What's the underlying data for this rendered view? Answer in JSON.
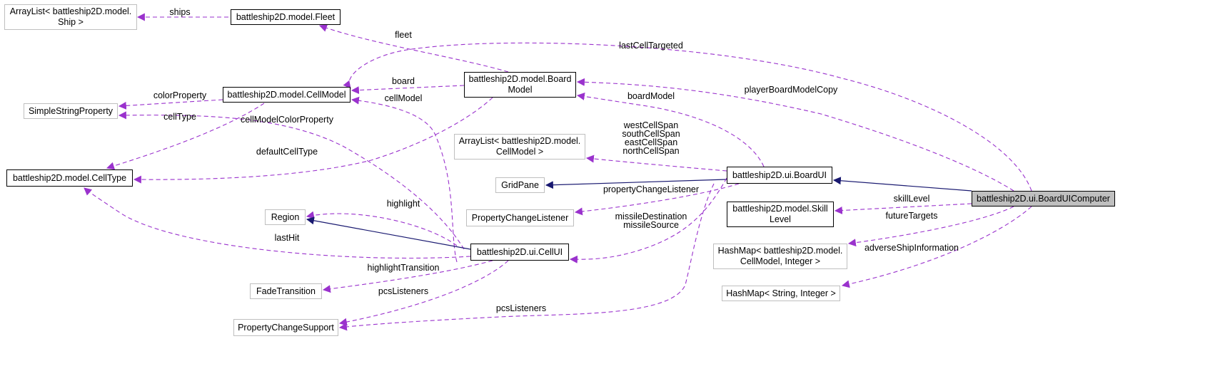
{
  "nodes": [
    {
      "id": "arraylist_ship",
      "label": "ArrayList< battleship2D.model.\nShip >",
      "kind": "external"
    },
    {
      "id": "fleet",
      "label": "battleship2D.model.Fleet",
      "kind": "documented"
    },
    {
      "id": "simplestringproperty",
      "label": "SimpleStringProperty",
      "kind": "external"
    },
    {
      "id": "cellmodel",
      "label": "battleship2D.model.CellModel",
      "kind": "documented"
    },
    {
      "id": "boardmodel",
      "label": "battleship2D.model.Board\nModel",
      "kind": "documented"
    },
    {
      "id": "celltype",
      "label": "battleship2D.model.CellType",
      "kind": "documented"
    },
    {
      "id": "arraylist_cellmodel",
      "label": "ArrayList< battleship2D.model.\nCellModel >",
      "kind": "external"
    },
    {
      "id": "gridpane",
      "label": "GridPane",
      "kind": "external"
    },
    {
      "id": "boardui",
      "label": "battleship2D.ui.BoardUI",
      "kind": "documented"
    },
    {
      "id": "boarduicomputer",
      "label": "battleship2D.ui.BoardUIComputer",
      "kind": "focus"
    },
    {
      "id": "propertychangelistener",
      "label": "PropertyChangeListener",
      "kind": "external"
    },
    {
      "id": "skilllevel",
      "label": "battleship2D.model.Skill\nLevel",
      "kind": "documented"
    },
    {
      "id": "region",
      "label": "Region",
      "kind": "external"
    },
    {
      "id": "cellui",
      "label": "battleship2D.ui.CellUI",
      "kind": "documented"
    },
    {
      "id": "hashmap_cellmodel",
      "label": "HashMap< battleship2D.model.\nCellModel, Integer >",
      "kind": "external"
    },
    {
      "id": "fadetransition",
      "label": "FadeTransition",
      "kind": "external"
    },
    {
      "id": "hashmap_string",
      "label": "HashMap< String, Integer >",
      "kind": "external"
    },
    {
      "id": "propertychangesupport",
      "label": "PropertyChangeSupport",
      "kind": "external"
    }
  ],
  "edge_labels": [
    {
      "id": "ships",
      "text": "ships"
    },
    {
      "id": "fleet",
      "text": "fleet"
    },
    {
      "id": "lastCellTargeted",
      "text": "lastCellTargeted"
    },
    {
      "id": "board",
      "text": "board"
    },
    {
      "id": "colorProperty",
      "text": "colorProperty"
    },
    {
      "id": "cellModel",
      "text": "cellModel"
    },
    {
      "id": "playerBoardModelCopy",
      "text": "playerBoardModelCopy"
    },
    {
      "id": "cellType",
      "text": "cellType"
    },
    {
      "id": "cellModelColorProperty",
      "text": "cellModelColorProperty"
    },
    {
      "id": "boardModel",
      "text": "boardModel"
    },
    {
      "id": "cellSpans",
      "text": "westCellSpan\nsouthCellSpan\neastCellSpan\nnorthCellSpan"
    },
    {
      "id": "defaultCellType",
      "text": "defaultCellType"
    },
    {
      "id": "propertyChangeListener",
      "text": "propertyChangeListener"
    },
    {
      "id": "skillLevel",
      "text": "skillLevel"
    },
    {
      "id": "highlight",
      "text": "highlight"
    },
    {
      "id": "futureTargets",
      "text": "futureTargets"
    },
    {
      "id": "missile",
      "text": "missileDestination\nmissileSource"
    },
    {
      "id": "adverseShipInformation",
      "text": "adverseShipInformation"
    },
    {
      "id": "lastHit",
      "text": "lastHit"
    },
    {
      "id": "highlightTransition",
      "text": "highlightTransition"
    },
    {
      "id": "pcsListeners_cellui",
      "text": "pcsListeners"
    },
    {
      "id": "pcsListeners_boardui",
      "text": "pcsListeners"
    }
  ],
  "colors": {
    "inheritance": "#191970",
    "usage": "#9a32cd",
    "focus_fill": "#bfbfbf",
    "external_border": "#bfbfbf"
  }
}
